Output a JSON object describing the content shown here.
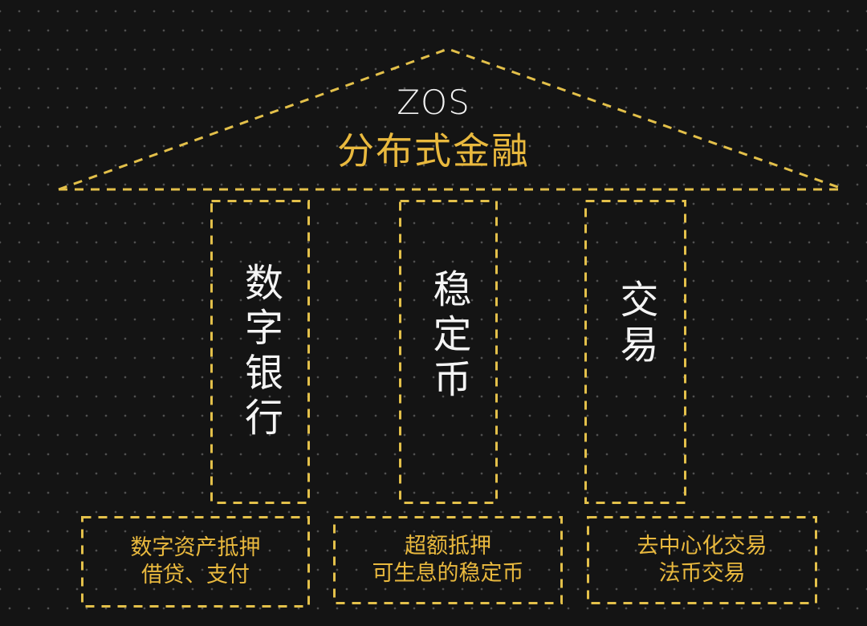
{
  "colors": {
    "background": "#141414",
    "accent": "#e9b93e",
    "text_primary": "#f4f4f4",
    "dash": "#e3c04a"
  },
  "roof": {
    "title": "ZOS",
    "subtitle": "分布式金融"
  },
  "pillars": [
    {
      "label": "数字银行"
    },
    {
      "label": "稳定币"
    },
    {
      "label": "交易"
    }
  ],
  "foundations": [
    {
      "lines": [
        "数字资产抵押",
        "借贷、支付"
      ]
    },
    {
      "lines": [
        "超额抵押",
        "可生息的稳定币"
      ]
    },
    {
      "lines": [
        "去中心化交易",
        "法币交易"
      ]
    }
  ]
}
